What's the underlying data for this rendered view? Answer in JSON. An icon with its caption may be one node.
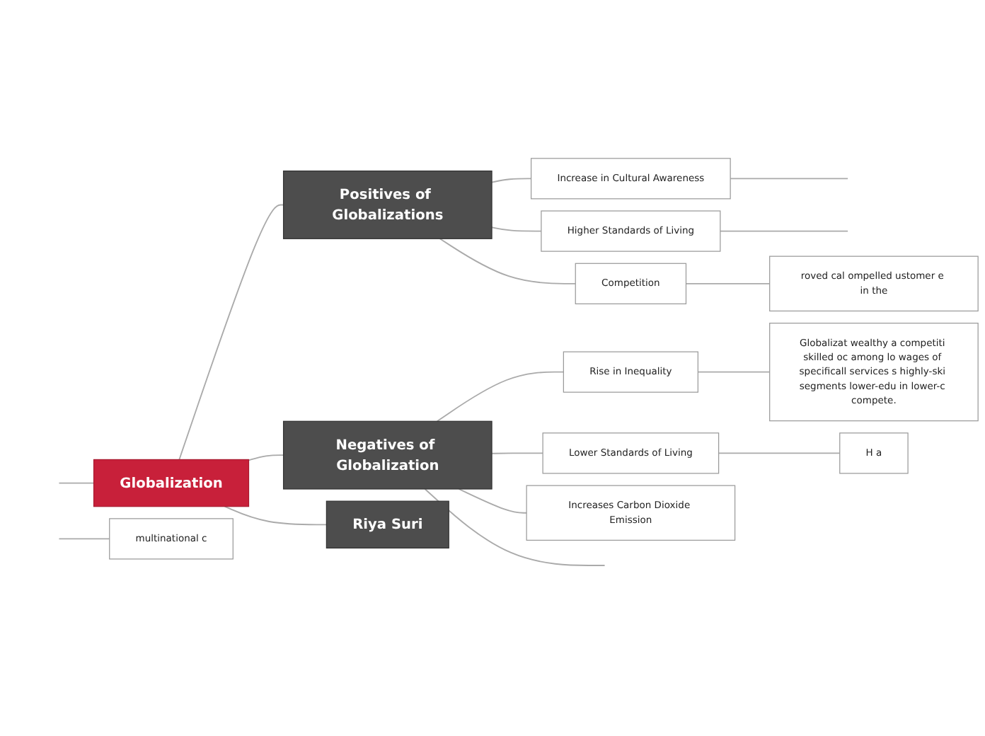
{
  "diagram": {
    "nodes": [
      {
        "text": [
          "Globalization"
        ]
      },
      {
        "text": [
          "Positives of Globalizations"
        ]
      },
      {
        "text": [
          "Negatives of Globalization"
        ]
      },
      {
        "text": [
          "Riya Suri"
        ]
      },
      {
        "text": [
          "Increase in Cultural Awareness"
        ]
      },
      {
        "text": [
          "Higher Standards of Living"
        ]
      },
      {
        "text": [
          "Competition"
        ]
      },
      {
        "text": [
          "roved cal ompelled ustomer e in the"
        ]
      },
      {
        "text": [
          "Rise in Inequality"
        ]
      },
      {
        "text": [
          "Globalizat wealthy a competiti skilled oc among lo wages of specificall services s highly-ski segments lower-edu in lower-c compete."
        ]
      },
      {
        "text": [
          "Lower Standards of Living"
        ]
      },
      {
        "text": [
          "H a"
        ]
      },
      {
        "text": [
          "Increases Carbon Dioxide Emission"
        ]
      },
      {
        "text": [
          "multinational c"
        ]
      }
    ],
    "edges": [
      {
        "from": null,
        "to": 0,
        "arrow": "none"
      },
      {
        "from": 0,
        "to": 1,
        "arrow": "none"
      },
      {
        "from": 0,
        "to": 2,
        "arrow": "none"
      },
      {
        "from": 0,
        "to": 3,
        "arrow": "none"
      },
      {
        "from": 1,
        "to": 4,
        "arrow": "none"
      },
      {
        "from": 4,
        "to": null,
        "arrow": "none"
      },
      {
        "from": 1,
        "to": 5,
        "arrow": "none"
      },
      {
        "from": 5,
        "to": null,
        "arrow": "none"
      },
      {
        "from": 1,
        "to": 6,
        "arrow": "none"
      },
      {
        "from": 6,
        "to": 7,
        "arrow": "none"
      },
      {
        "from": 2,
        "to": null,
        "arrow": "none"
      },
      {
        "from": null,
        "to": 13,
        "arrow": "none"
      },
      {
        "from": 2,
        "to": 8,
        "arrow": "none"
      },
      {
        "from": 8,
        "to": 9,
        "arrow": "none"
      },
      {
        "from": 2,
        "to": 10,
        "arrow": "none"
      },
      {
        "from": 10,
        "to": 11,
        "arrow": "none"
      },
      {
        "from": 2,
        "to": 12,
        "arrow": "none"
      }
    ]
  }
}
